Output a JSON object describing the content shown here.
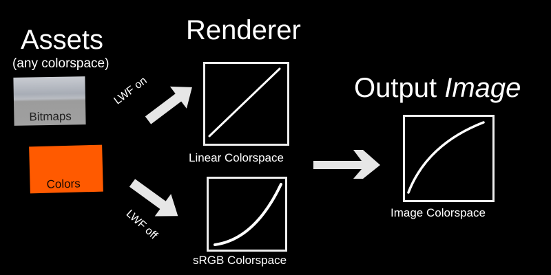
{
  "assets": {
    "title": "Assets",
    "subtitle": "(any colorspace)",
    "bitmaps_label": "Bitmaps",
    "colors_label": "Colors",
    "colors_fill": "#ff5a00"
  },
  "renderer": {
    "title": "Renderer",
    "linear_caption": "Linear Colorspace",
    "srgb_caption": "sRGB Colorspace",
    "lwf_on_label": "LWF on",
    "lwf_off_label": "LWF off"
  },
  "output": {
    "title_regular": "Output ",
    "title_italic": "Image",
    "caption": "Image Colorspace"
  },
  "colors": {
    "background": "#000000",
    "arrow": "#e6e6e6",
    "line": "#ffffff"
  }
}
